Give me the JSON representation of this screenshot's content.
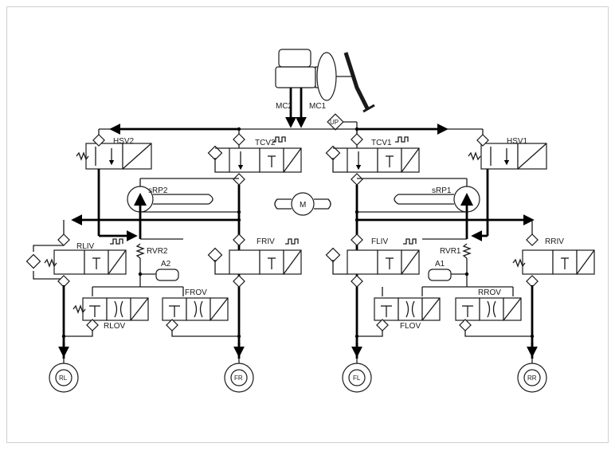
{
  "diagram": {
    "labels": {
      "mc1": "MC1",
      "mc2": "MC2",
      "up": "UP",
      "hsv1": "HSV1",
      "hsv2": "HSV2",
      "tcv1": "TCV1",
      "tcv2": "TCV2",
      "srp1": "sRP1",
      "srp2": "sRP2",
      "motor": "M",
      "rliv": "RLIV",
      "friv": "FRIV",
      "fliv": "FLIV",
      "rriv": "RRIV",
      "rvr1": "RVR1",
      "rvr2": "RVR2",
      "a1": "A1",
      "a2": "A2",
      "rlov": "RLOV",
      "frov": "FROV",
      "flov": "FLOV",
      "rrov": "RROV",
      "wheel_rl": "RL",
      "wheel_fr": "FR",
      "wheel_fl": "FL",
      "wheel_rr": "RR"
    }
  }
}
